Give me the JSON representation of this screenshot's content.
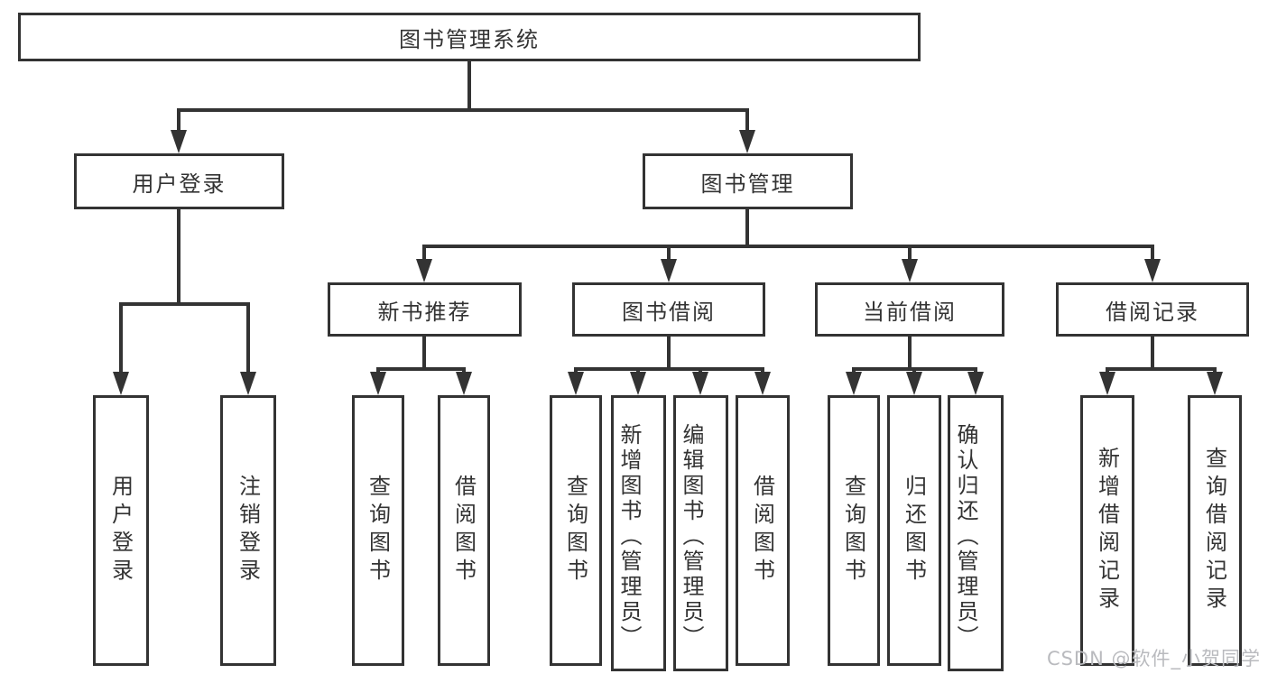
{
  "diagram_title": "图书管理系统",
  "colors": {
    "line": "#333333",
    "box_border": "#333333",
    "box_fill": "#ffffff",
    "label_text": "#333333",
    "watermark_text": "#b9babe",
    "background": "#ffffff"
  },
  "watermark": {
    "text": "CSDN @软件_小贺同学"
  },
  "tree": {
    "root": "图书管理系统",
    "children": [
      {
        "label": "用户登录",
        "children": [
          "用户登录",
          "注销登录"
        ]
      },
      {
        "label": "图书管理",
        "children": [
          {
            "label": "新书推荐",
            "children": [
              "查询图书",
              "借阅图书"
            ]
          },
          {
            "label": "图书借阅",
            "children": [
              "查询图书",
              "新增图书（管理员）",
              "编辑图书（管理员）",
              "借阅图书"
            ]
          },
          {
            "label": "当前借阅",
            "children": [
              "查询图书",
              "归还图书",
              "确认归还（管理员）"
            ]
          },
          {
            "label": "借阅记录",
            "children": [
              "新增借阅记录",
              "查询借阅记录"
            ]
          }
        ]
      }
    ]
  }
}
